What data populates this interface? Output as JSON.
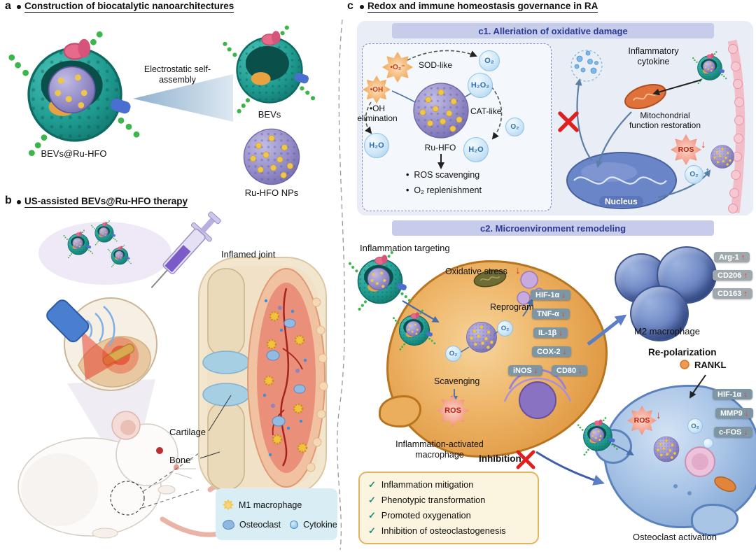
{
  "icons": {
    "check": "✓",
    "bullet": "•",
    "arrow_down": "↓",
    "arrow_up": "↑"
  },
  "panel_a": {
    "label": "a",
    "title": "Construction of biocatalytic nanoarchitectures",
    "product": "BEVs@Ru-HFO",
    "assembly": "Electrostatic self-assembly",
    "bevs": "BEVs",
    "nps": "Ru-HFO NPs"
  },
  "panel_b": {
    "label": "b",
    "title": "US-assisted BEVs@Ru-HFO therapy",
    "inflamed_joint": "Inflamed joint",
    "cartilage": "Cartilage",
    "bone": "Bone",
    "legend": {
      "m1": "M1 macrophage",
      "osteoclast": "Osteoclast",
      "cytokine": "Cytokine"
    }
  },
  "panel_c": {
    "label": "c",
    "title": "Redox and immune homeostasis governance in RA",
    "c1": {
      "header": "c1. Alleriation of oxidative damage",
      "superoxide": "•O₂⁻",
      "sod_like": "SOD-like",
      "o2_top": "O₂",
      "hydroxyl": "•OH",
      "h2o2": "H₂O₂",
      "oh_elimination": "•OH elimination",
      "cat_like": "CAT-like",
      "h2o_left": "H₂O",
      "h2o_right": "H₂O",
      "o2_side": "O₂",
      "ru_hfo": "Ru-HFO",
      "bullet_1": "ROS scavenging",
      "bullet_2": "O₂ replenishment",
      "inflammatory_cytokine": "Inflammatory cytokine",
      "mito_restoration": "Mitochondrial function restoration",
      "ros": "ROS",
      "o2_cell": "O₂",
      "nucleus": "Nucleus"
    },
    "c2": {
      "header": "c2. Microenvironment remodeling",
      "inflammation_targeting": "Inflammation targeting",
      "oxidative_stress": "Oxidative stress",
      "reprogram": "Reprogram",
      "o2_a": "O₂",
      "o2_b": "O₂",
      "scavenging": "Scavenging",
      "ros": "ROS",
      "m1_markers": [
        "HIF-1α",
        "TNF-α",
        "IL-1β",
        "COX-2",
        "iNOS",
        "CD80"
      ],
      "m1_cell": "Inflammation-activated macrophage",
      "m2_markers": [
        "Arg-1",
        "CD206",
        "CD163"
      ],
      "m2_cell": "M2 macrophage",
      "repolarization": "Re-polarization",
      "rankl": "RANKL",
      "inhibition": "Inhibition",
      "ros_oc": "ROS",
      "o2_oc": "O₂",
      "oc_markers": [
        "HIF-1α",
        "MMP9",
        "c-FOS"
      ],
      "checklist": [
        "Inflammation mitigation",
        "Phenotypic transformation",
        "Promoted oxygenation",
        "Inhibition of osteoclastogenesis"
      ],
      "osteoclast_activation": "Osteoclast activation"
    }
  }
}
